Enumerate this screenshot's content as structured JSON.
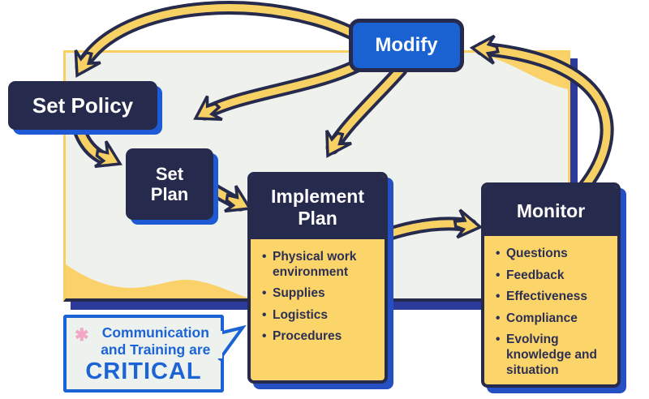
{
  "nodes": {
    "set_policy": {
      "label": "Set Policy"
    },
    "set_plan": {
      "label": "Set Plan"
    },
    "modify": {
      "label": "Modify"
    },
    "implement_plan": {
      "title": "Implement Plan",
      "bullets": [
        "Physical work environment",
        "Supplies",
        "Logistics",
        "Procedures"
      ]
    },
    "monitor": {
      "title": "Monitor",
      "bullets": [
        "Questions",
        "Feedback",
        "Effectiveness",
        "Compliance",
        "Evolving knowledge and situation"
      ]
    },
    "callout": {
      "marker": "✱",
      "text": "Communication and Training are",
      "emphasis": "CRITICAL"
    }
  },
  "edges": [
    {
      "from": "Modify",
      "to": "Set Policy"
    },
    {
      "from": "Modify",
      "to": "Set Plan"
    },
    {
      "from": "Modify",
      "to": "Implement Plan"
    },
    {
      "from": "Set Policy",
      "to": "Set Plan"
    },
    {
      "from": "Set Plan",
      "to": "Implement Plan"
    },
    {
      "from": "Implement Plan",
      "to": "Monitor"
    },
    {
      "from": "Monitor",
      "to": "Modify"
    }
  ],
  "colors": {
    "navy": "#262a4c",
    "bright_blue": "#1a61d2",
    "box_shadow_blue": "#1e5ad5",
    "panel_shadow_blue": "#2c3a9c",
    "arrow_yellow": "#f8d164",
    "body_yellow": "#fbd46a",
    "panel_bg": "#eef1ec",
    "panel_border_yellow": "#f9cf5f",
    "callout_blue": "#1b62d4",
    "pink": "#f0a8c5",
    "text_dark": "#2d3054",
    "white": "#fdfdfd"
  }
}
